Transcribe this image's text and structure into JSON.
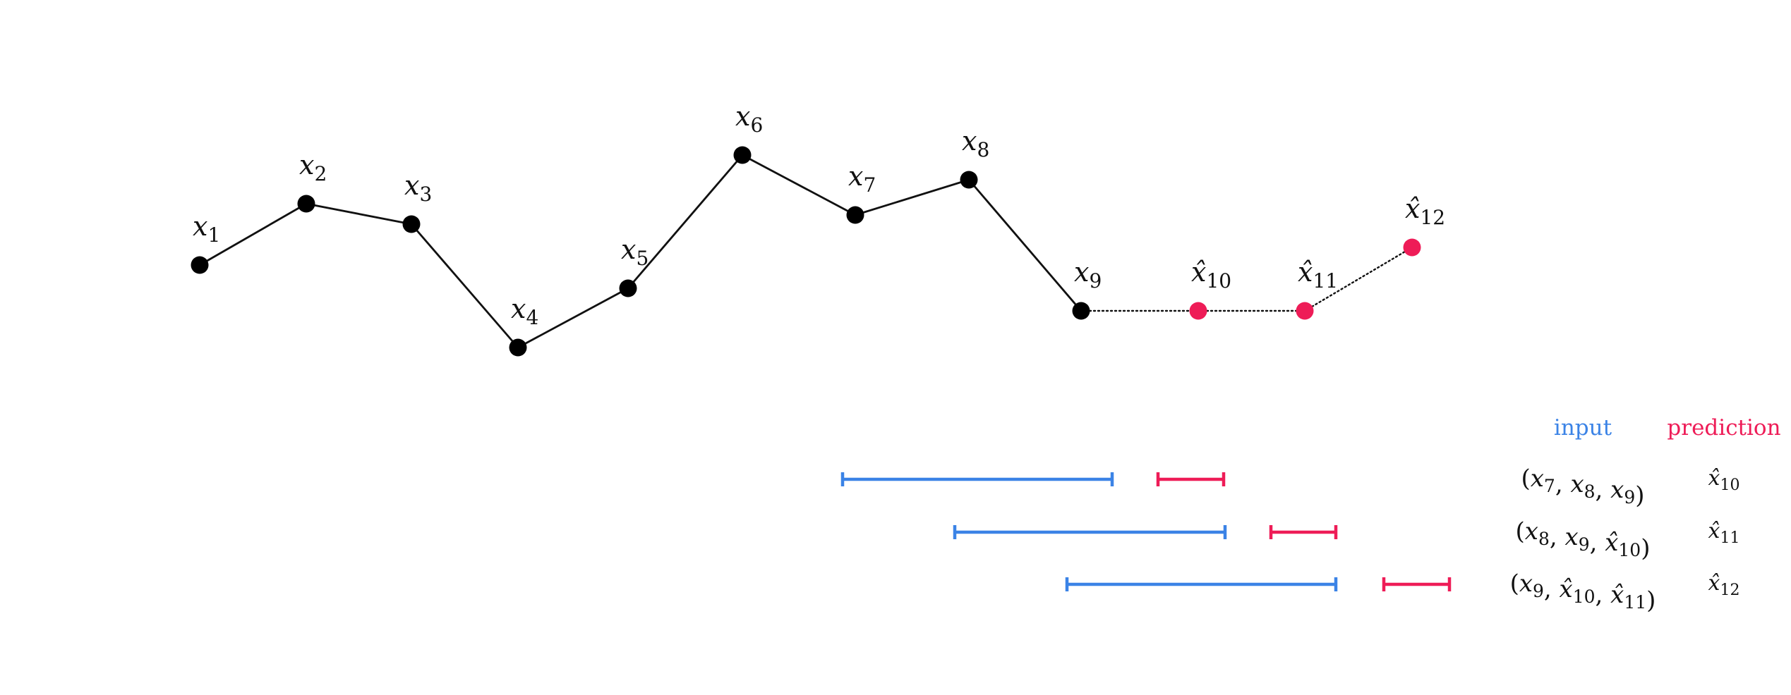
{
  "colors": {
    "observed": "#000000",
    "predicted": "#EE1C57",
    "input": "#3B83E6",
    "prediction": "#EE1C57",
    "line": "#111111"
  },
  "points": [
    {
      "name": "x",
      "sub": "1",
      "hat": false
    },
    {
      "name": "x",
      "sub": "2",
      "hat": false
    },
    {
      "name": "x",
      "sub": "3",
      "hat": false
    },
    {
      "name": "x",
      "sub": "4",
      "hat": false
    },
    {
      "name": "x",
      "sub": "5",
      "hat": false
    },
    {
      "name": "x",
      "sub": "6",
      "hat": false
    },
    {
      "name": "x",
      "sub": "7",
      "hat": false
    },
    {
      "name": "x",
      "sub": "8",
      "hat": false
    },
    {
      "name": "x",
      "sub": "9",
      "hat": false
    },
    {
      "name": "x̂",
      "sub": "10",
      "hat": true
    },
    {
      "name": "x̂",
      "sub": "11",
      "hat": true
    },
    {
      "name": "x̂",
      "sub": "12",
      "hat": true
    }
  ],
  "table": {
    "input_header": "input",
    "prediction_header": "prediction",
    "rows": [
      {
        "input_parts": [
          {
            "t": "(",
            "v": "",
            "s": ""
          },
          {
            "t": "",
            "v": "x",
            "s": "7"
          },
          {
            "t": ", ",
            "v": "x",
            "s": "8"
          },
          {
            "t": ", ",
            "v": "x",
            "s": "9"
          },
          {
            "t": ")",
            "v": "",
            "s": ""
          }
        ],
        "prediction": {
          "v": "x̂",
          "s": "10"
        }
      },
      {
        "input_parts": [
          {
            "t": "(",
            "v": "",
            "s": ""
          },
          {
            "t": "",
            "v": "x",
            "s": "8"
          },
          {
            "t": ", ",
            "v": "x",
            "s": "9"
          },
          {
            "t": ", ",
            "v": "x̂",
            "s": "10"
          },
          {
            "t": ")",
            "v": "",
            "s": ""
          }
        ],
        "prediction": {
          "v": "x̂",
          "s": "11"
        }
      },
      {
        "input_parts": [
          {
            "t": "(",
            "v": "",
            "s": ""
          },
          {
            "t": "",
            "v": "x",
            "s": "9"
          },
          {
            "t": ", ",
            "v": "x̂",
            "s": "10"
          },
          {
            "t": ", ",
            "v": "x̂",
            "s": "11"
          },
          {
            "t": ")",
            "v": "",
            "s": ""
          }
        ],
        "prediction": {
          "v": "x̂",
          "s": "12"
        }
      }
    ]
  }
}
